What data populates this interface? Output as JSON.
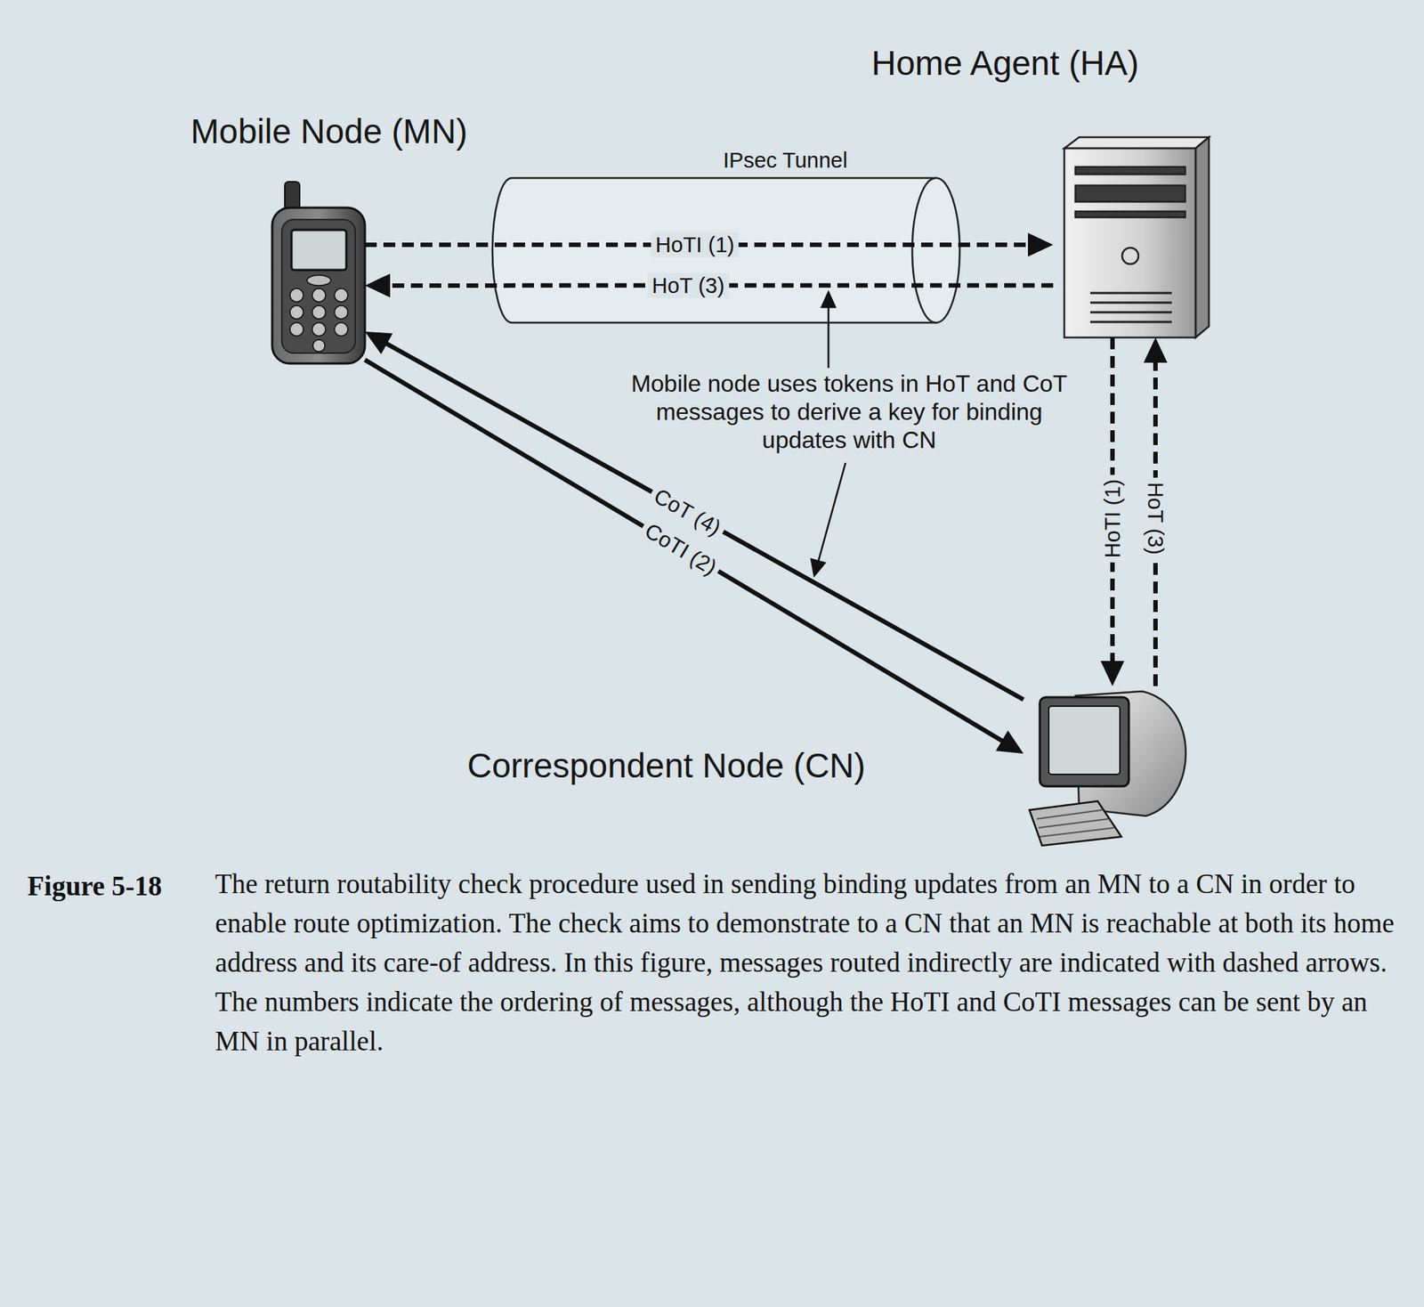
{
  "diagram": {
    "caption": "The return routability check procedure used in sending binding updates from an MN to a CN in order to enable route optimization. The check aims to demonstrate to a CN that an MN is reachable at both its home address and its care-of address. In this figure, messages routed indirectly are indicated with dashed arrows. The numbers indicate the ordering of messages, although the HoTI and CoTI messages can be sent by an MN in parallel.",
    "nodes": [
      {
        "text": [
          "Mobile Node (MN)"
        ]
      },
      {
        "text": [
          "Home Agent (HA)"
        ]
      },
      {
        "text": [
          "Correspondent Node (CN)"
        ]
      }
    ],
    "edges": [
      {
        "from": 0,
        "to": 1,
        "arrow": "to",
        "label": "HoTI (1)"
      },
      {
        "from": 1,
        "to": 0,
        "arrow": "to",
        "label": "HoT (3)"
      },
      {
        "from": 2,
        "to": 0,
        "arrow": "to",
        "label": "CoT (4)"
      },
      {
        "from": 0,
        "to": 2,
        "arrow": "to",
        "label": "CoTI (2)"
      },
      {
        "from": 1,
        "to": 2,
        "arrow": "to",
        "label": "HoTI (1)"
      },
      {
        "from": 2,
        "to": 1,
        "arrow": "to",
        "label": "HoT (3)"
      }
    ],
    "labels": [
      "IPsec Tunnel",
      "Mobile node uses tokens in HoT and CoT messages to derive a key for binding updates with CN",
      "Figure 5-18"
    ]
  }
}
